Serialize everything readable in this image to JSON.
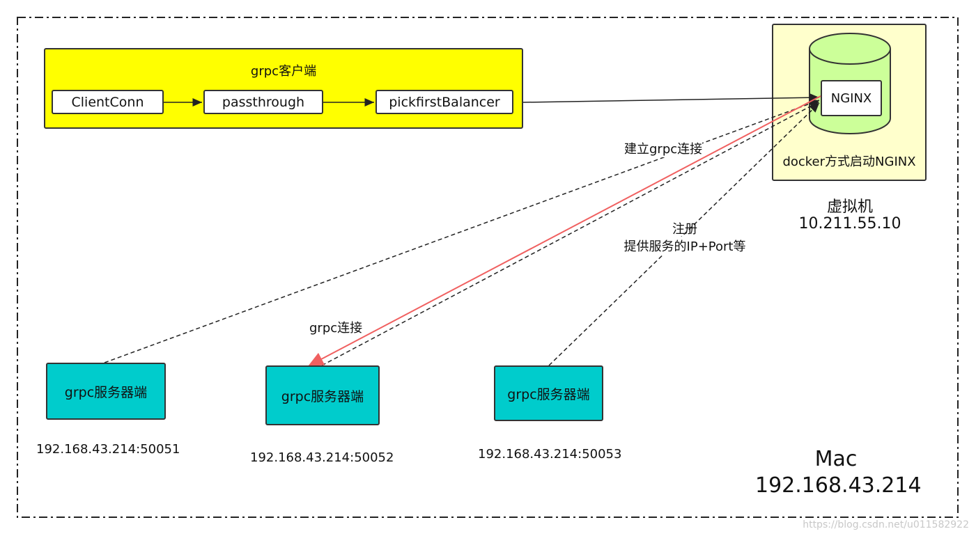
{
  "client": {
    "title": "grpc客户端",
    "nodes": [
      "ClientConn",
      "passthrough",
      "pickfirstBalancer"
    ]
  },
  "vm": {
    "nginx_label": "NGINX",
    "docker_caption": "docker方式启动NGINX",
    "name": "虚拟机",
    "ip": "10.211.55.10"
  },
  "edges": {
    "establish_label": "建立grpc连接",
    "register_label_line1": "注册",
    "register_label_line2": "提供服务的IP+Port等",
    "grpc_conn_label": "grpc连接"
  },
  "servers": [
    {
      "label": "grpc服务器端",
      "addr": "192.168.43.214:50051"
    },
    {
      "label": "grpc服务器端",
      "addr": "192.168.43.214:50052"
    },
    {
      "label": "grpc服务器端",
      "addr": "192.168.43.214:50053"
    }
  ],
  "host": {
    "name": "Mac",
    "ip": "192.168.43.214"
  },
  "watermark": "https://blog.csdn.net/u011582922",
  "colors": {
    "client_fill": "#ffff00",
    "vm_fill": "#ffffcc",
    "cylinder_fill": "#ccff99",
    "server_fill": "#00cccc",
    "highlight_edge": "#f06060"
  }
}
